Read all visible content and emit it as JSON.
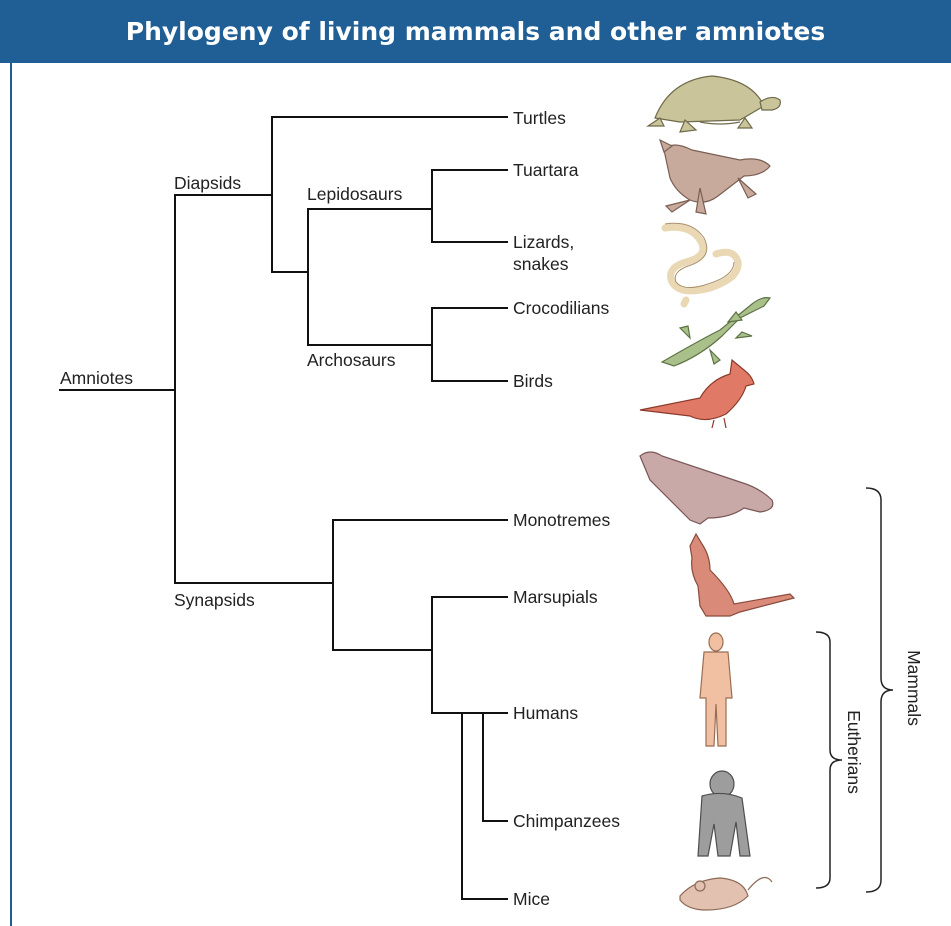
{
  "title": "Phylogeny of living mammals and other amniotes",
  "clades": {
    "amniotes": "Amniotes",
    "diapsids": "Diapsids",
    "lepidosaurs": "Lepidosaurs",
    "archosaurs": "Archosaurs",
    "synapsids": "Synapsids"
  },
  "taxa": {
    "turtles": "Turtles",
    "tuartara": "Tuartara",
    "lizards_line1": "Lizards,",
    "lizards_line2": "snakes",
    "crocodilians": "Crocodilians",
    "birds": "Birds",
    "monotremes": "Monotremes",
    "marsupials": "Marsupials",
    "humans": "Humans",
    "chimpanzees": "Chimpanzees",
    "mice": "Mice"
  },
  "brackets": {
    "mammals": "Mammals",
    "eutherians": "Eutherians"
  },
  "colors": {
    "header": "#1f5f96",
    "turtle": "#c9c49a",
    "tuatara": "#c7aa9c",
    "snake": "#ead7b4",
    "crocodile": "#a9c08b",
    "bird": "#e07a66",
    "platypus": "#c9a8a8",
    "kangaroo": "#d98a78",
    "human": "#f1c0a2",
    "chimp": "#9d9d9d",
    "mouse": "#e2c1b0"
  }
}
